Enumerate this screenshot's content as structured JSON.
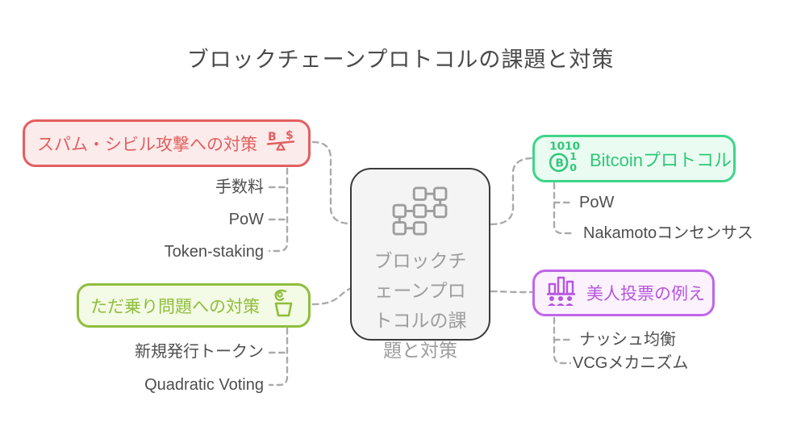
{
  "title": "ブロックチェーンプロトコルの課題と対策",
  "center": {
    "label": "ブロックチェーンプロトコルの課題と対策",
    "icon": "blockchain-network-icon",
    "border_color": "#3a3a3a",
    "bg_color": "#f4f4f4",
    "text_color": "#9d9d9d"
  },
  "branches": {
    "spam": {
      "label": "スパム・シビル攻撃への対策",
      "icon": "balance-scale-btc-dollar-icon",
      "accent_color": "#e25f5f",
      "bg_color": "#fcebeb",
      "children": [
        "手数料",
        "PoW",
        "Token-staking"
      ]
    },
    "freeride": {
      "label": "ただ乗り問題への対策",
      "icon": "hand-coin-bin-icon",
      "accent_color": "#8fbe3c",
      "bg_color": "#f3fae5",
      "children": [
        "新規発行トークン",
        "Quadratic Voting"
      ]
    },
    "bitcoin": {
      "label": "Bitcoinプロトコル",
      "icon": "bitcoin-binary-icon",
      "accent_color": "#2fc877",
      "bg_color": "#eafbf2",
      "children": [
        "PoW",
        "Nakamotoコンセンサス"
      ]
    },
    "beauty": {
      "label": "美人投票の例え",
      "icon": "poll-people-icon",
      "accent_color": "#b855e0",
      "bg_color": "#fbf2fe",
      "children": [
        "ナッシュ均衡",
        "VCGメカニズム"
      ]
    }
  },
  "connector_color": "#ababab"
}
